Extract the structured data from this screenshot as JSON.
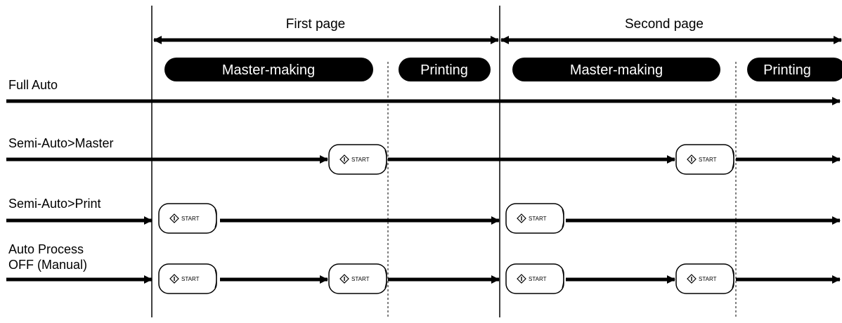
{
  "pages": {
    "first": "First page",
    "second": "Second page"
  },
  "phases": {
    "master_making": "Master-making",
    "printing": "Printing"
  },
  "modes": [
    {
      "id": "full-auto",
      "label": "Full Auto"
    },
    {
      "id": "semi-auto-master",
      "label": "Semi-Auto>Master"
    },
    {
      "id": "semi-auto-print",
      "label": "Semi-Auto>Print"
    },
    {
      "id": "auto-process-off",
      "label_lines": [
        "Auto Process",
        "OFF (Manual)"
      ]
    }
  ],
  "start_button": {
    "label": "START",
    "icon": "start-diamond-icon"
  },
  "colors": {
    "ink": "#000000",
    "paper": "#ffffff"
  }
}
